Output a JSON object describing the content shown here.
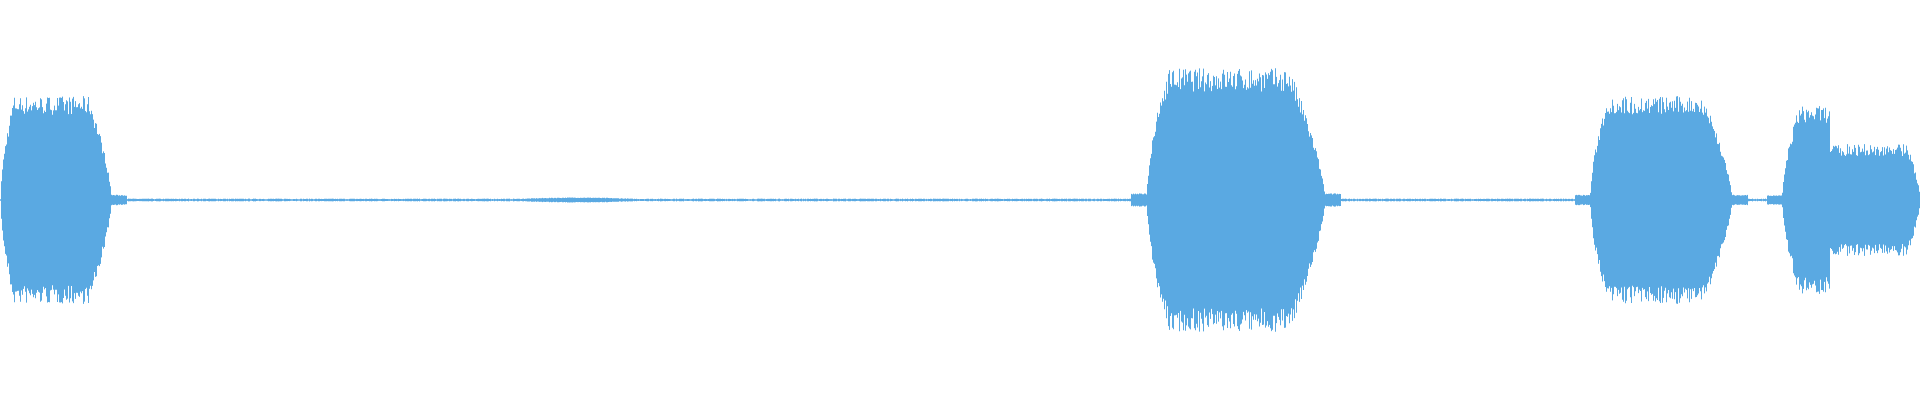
{
  "waveform": {
    "color": "#5aa9e2",
    "baseline_color": "#5aa9e2",
    "segments": [
      {
        "start": 0.0,
        "end": 0.058,
        "peak": 0.52
      },
      {
        "start": 0.597,
        "end": 0.69,
        "peak": 0.66
      },
      {
        "start": 0.828,
        "end": 0.902,
        "peak": 0.52
      },
      {
        "start": 0.928,
        "end": 1.0,
        "peak": 0.47
      }
    ]
  }
}
